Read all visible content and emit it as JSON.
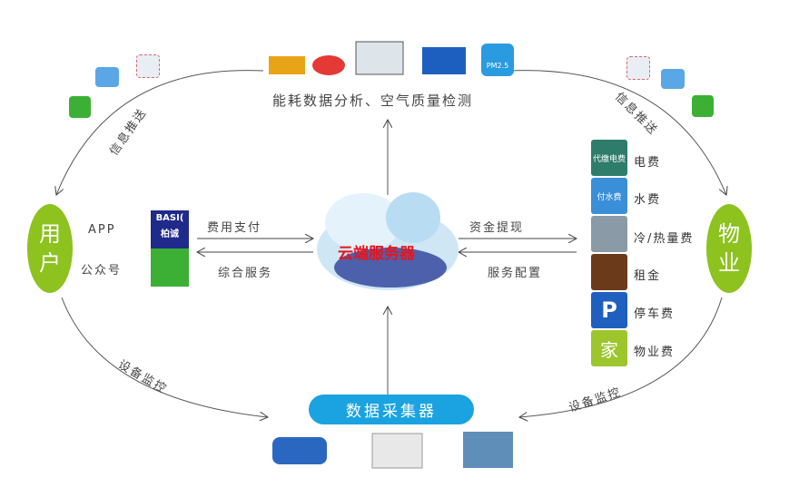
{
  "top_title": "能耗数据分析、空气质量检测",
  "top_icons": [
    "growth-chart",
    "pie-percent",
    "dashboard-devices",
    "bar-chart",
    "pm25"
  ],
  "pm25_label": "PM2.5",
  "cloud_label": "云端服务器",
  "user": {
    "label": "用户",
    "line1": "用",
    "line2": "户",
    "app": "APP",
    "official": "公众号"
  },
  "property": {
    "label": "物业",
    "line1": "物",
    "line2": "业"
  },
  "basi_logo": {
    "text": "BASI(",
    "sub": "柏诚"
  },
  "left_arrows": {
    "pay": "费用支付",
    "service": "综合服务"
  },
  "right_arrows": {
    "withdraw": "资金提现",
    "config": "服务配置"
  },
  "push_left": "信息推送",
  "push_right": "信息推送",
  "monitor_left": "设备监控",
  "monitor_right": "设备监控",
  "collector": "数据采集器",
  "fees": [
    {
      "label": "电费",
      "tile_text": "代缴电费",
      "color": "#2e7d6b"
    },
    {
      "label": "水费",
      "tile_text": "付水费",
      "color": "#3a8fd9"
    },
    {
      "label": "冷/热量费",
      "tile_text": "",
      "color": "#8a9aa6"
    },
    {
      "label": "租金",
      "tile_text": "",
      "color": "#6b3a1a"
    },
    {
      "label": "停车费",
      "tile_text": "P",
      "color": "#1f5fbf"
    },
    {
      "label": "物业费",
      "tile_text": "家",
      "color": "#9cc62b"
    }
  ],
  "colors": {
    "green": "#8dc21f",
    "blue": "#1aa3e0",
    "red": "#e8141c"
  }
}
